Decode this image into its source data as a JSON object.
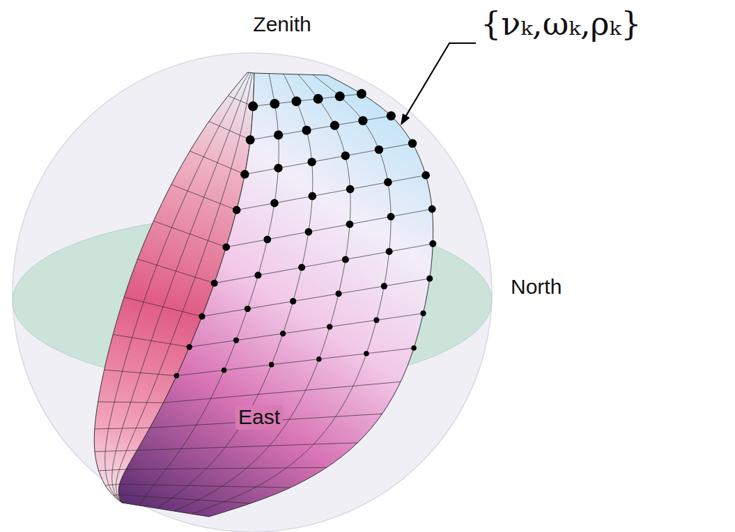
{
  "diagram": {
    "labels": [
      "Zenith",
      "{νₖ,ωₖ,ρₖ}",
      "North",
      "East"
    ]
  }
}
